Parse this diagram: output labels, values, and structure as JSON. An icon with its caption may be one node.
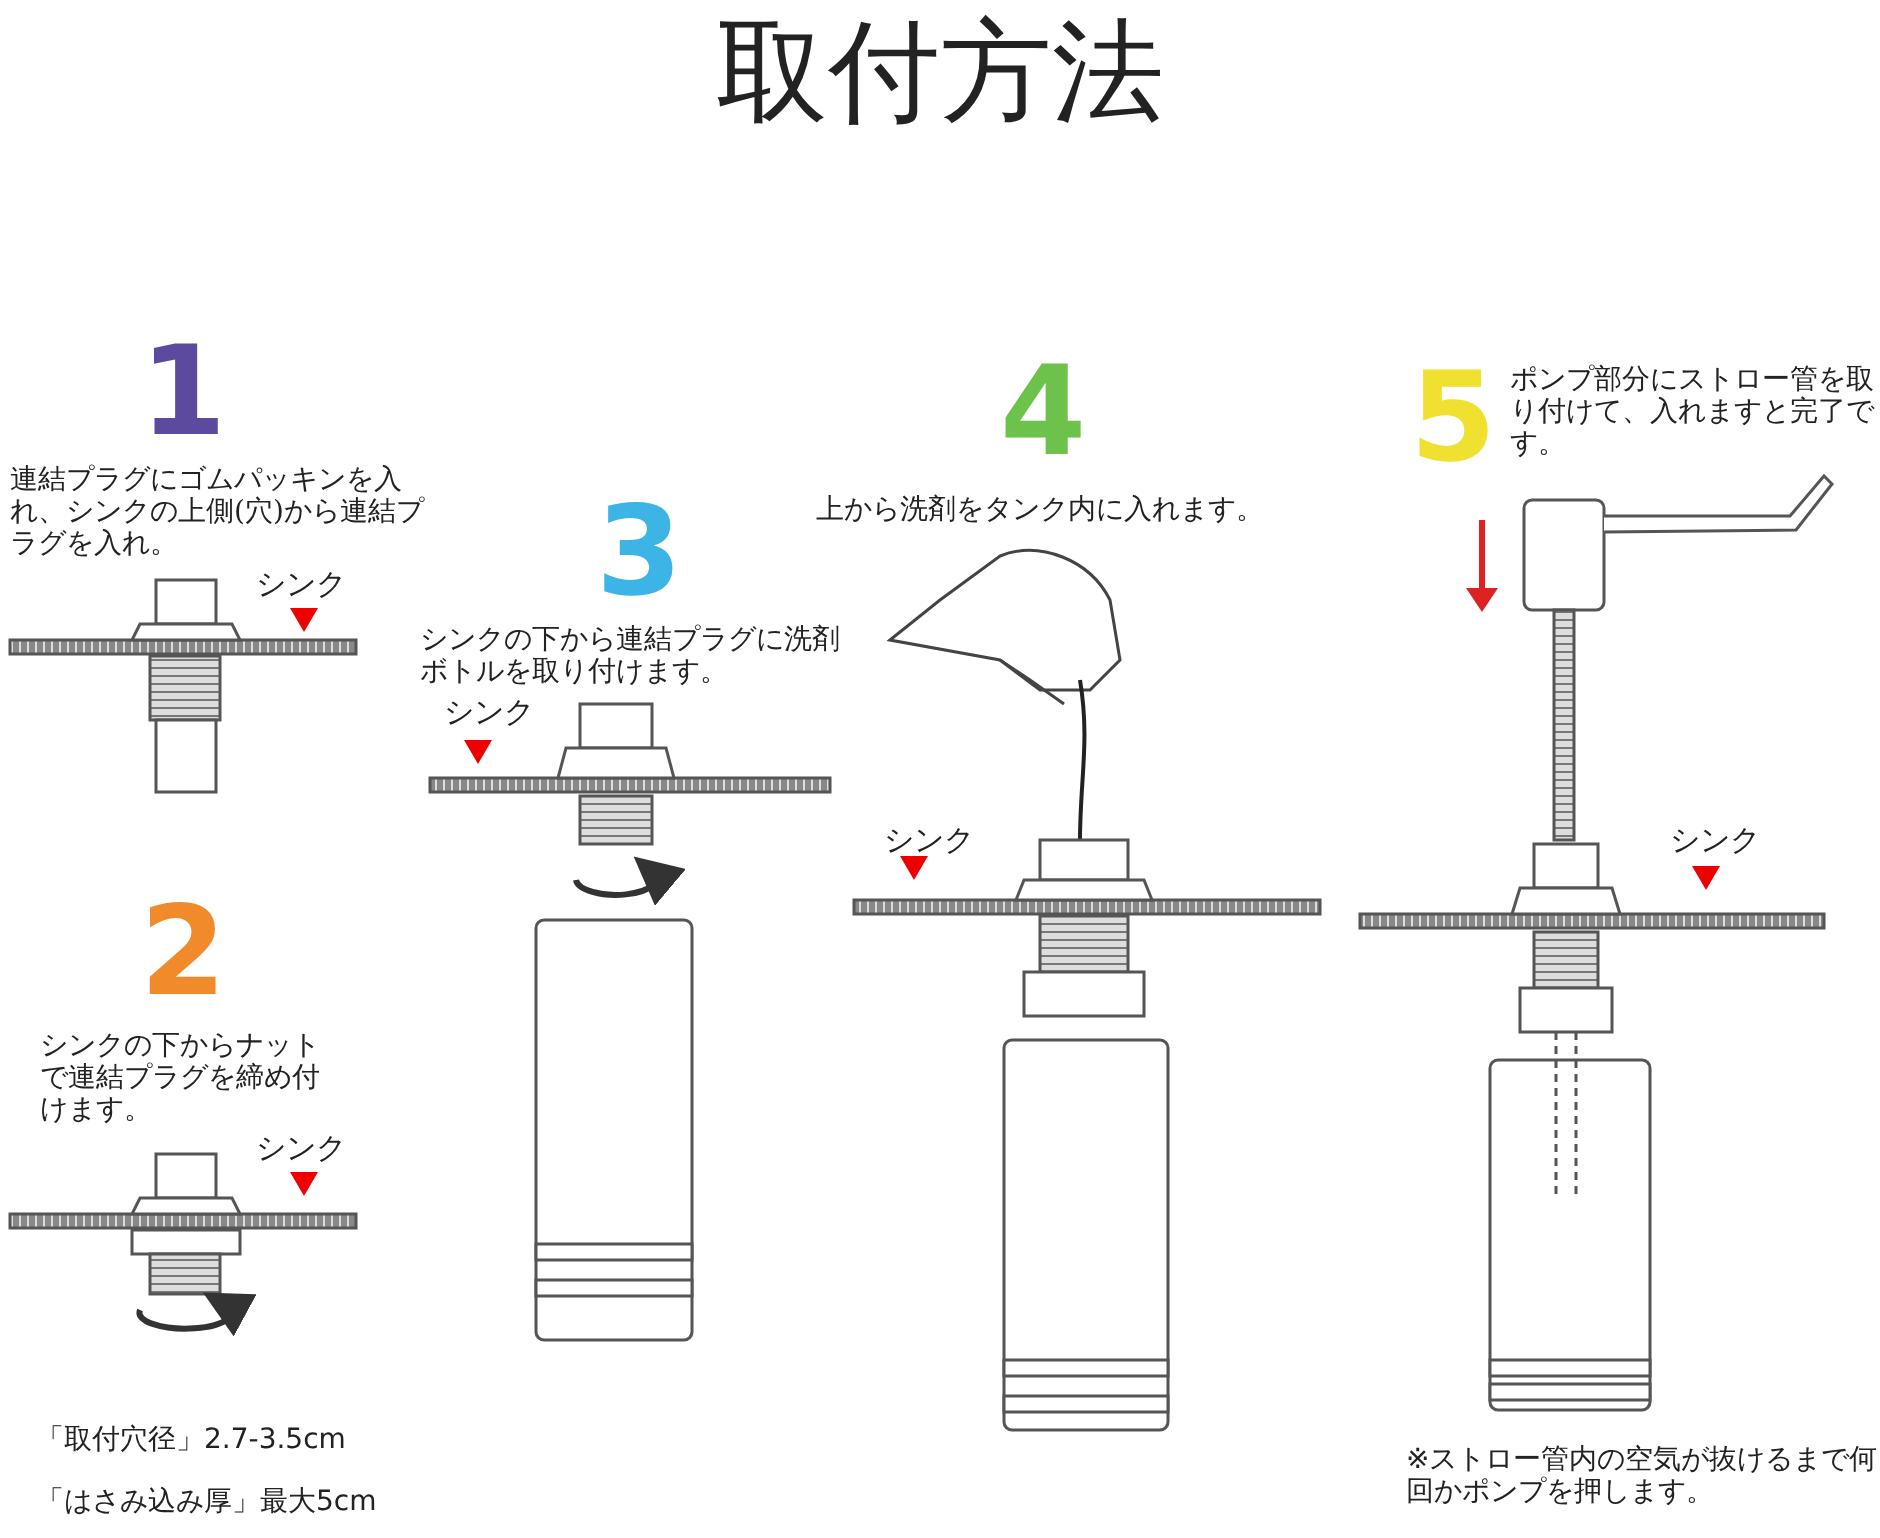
{
  "diagram": {
    "title": "取付方法",
    "labels": [
      "1",
      "連結プラグにゴムパッキンを入れ、シンクの上側(穴)から連結プラグを入れ。",
      "シンク",
      "2",
      "シンクの下からナットで連結プラグを締め付けます。",
      "シンク",
      "3",
      "シンクの下から連結プラグに洗剤ボトルを取り付けます。",
      "シンク",
      "4",
      "上から洗剤をタンク内に入れます。",
      "シンク",
      "5",
      "ポンプ部分にストロー管を取り付けて、入れますと完了です。",
      "シンク",
      "「取付穴径」2.7-3.5cm",
      "「はさみ込み厚」最大5cm",
      "※ストロー管内の空気が抜けるまで何回かポンプを押します。"
    ]
  }
}
